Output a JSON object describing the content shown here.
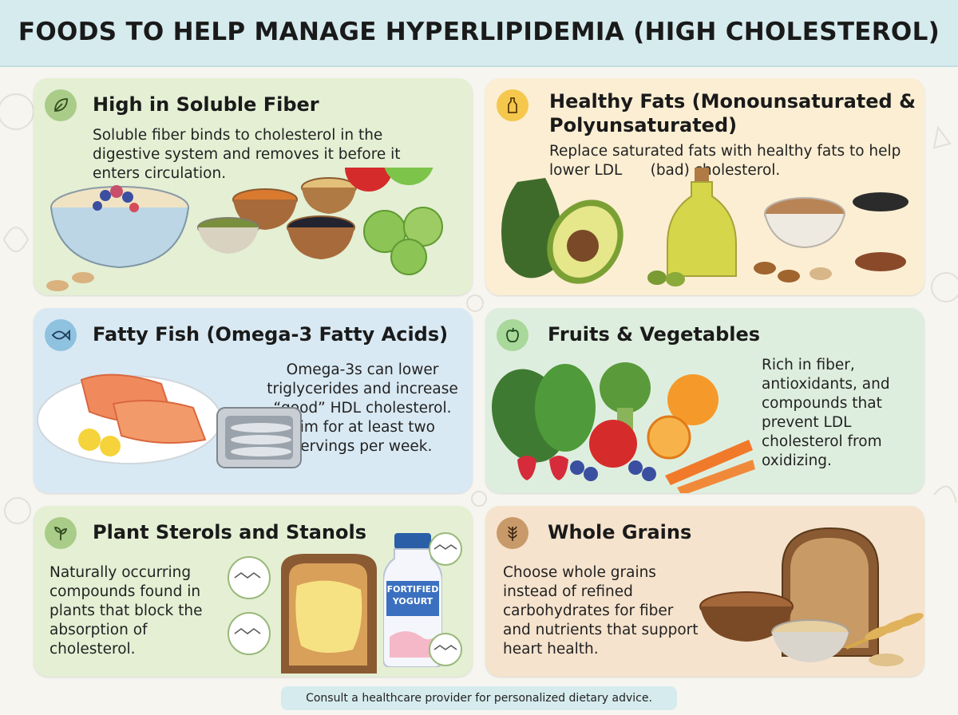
{
  "title": "FOODS TO HELP MANAGE HYPERLIPIDEMIA (HIGH CHOLESTEROL)",
  "panels": {
    "fiber": {
      "icon": "leaf-icon",
      "title": "High in Soluble Fiber",
      "text": "Soluble fiber binds to cholesterol in the digestive system and removes it before it enters circulation."
    },
    "fats": {
      "icon": "oil-bottle-icon",
      "title_line1": "Healthy Fats (Monounsaturated &",
      "title_line2": "Polyunsaturated)",
      "text": "Replace saturated fats with healthy fats to help lower LDL      (bad) cholesterol."
    },
    "fish": {
      "icon": "fish-icon",
      "title": "Fatty Fish (Omega-3 Fatty Acids)",
      "text": "Omega-3s can lower triglycerides and increase “good” HDL cholesterol. Aim for at least two servings per week."
    },
    "fruit": {
      "icon": "apple-icon",
      "title": "Fruits & Vegetables",
      "text": "Rich in fiber, antioxidants, and compounds that prevent LDL cholesterol from oxidizing."
    },
    "sterol": {
      "icon": "sprout-icon",
      "title": "Plant Sterols and Stanols",
      "text": "Naturally occurring compounds found in plants that block the absorption of cholesterol.",
      "yogurt_label_1": "FORTIFIED",
      "yogurt_label_2": "YOGURT"
    },
    "grain": {
      "icon": "wheat-icon",
      "title": "Whole Grains",
      "text": "Choose whole grains instead of refined carbohydrates for fiber and nutrients that support heart health."
    }
  },
  "footer": "Consult a healthcare provider for personalized dietary advice.",
  "colors": {
    "header_band": "#d6ebee",
    "fiber_panel": "#e4efd4",
    "fats_panel": "#fbeed3",
    "fish_panel": "#d9e9f3",
    "fruit_panel": "#deeede",
    "sterol_panel": "#e4efd4",
    "grain_panel": "#f6e3cd"
  }
}
